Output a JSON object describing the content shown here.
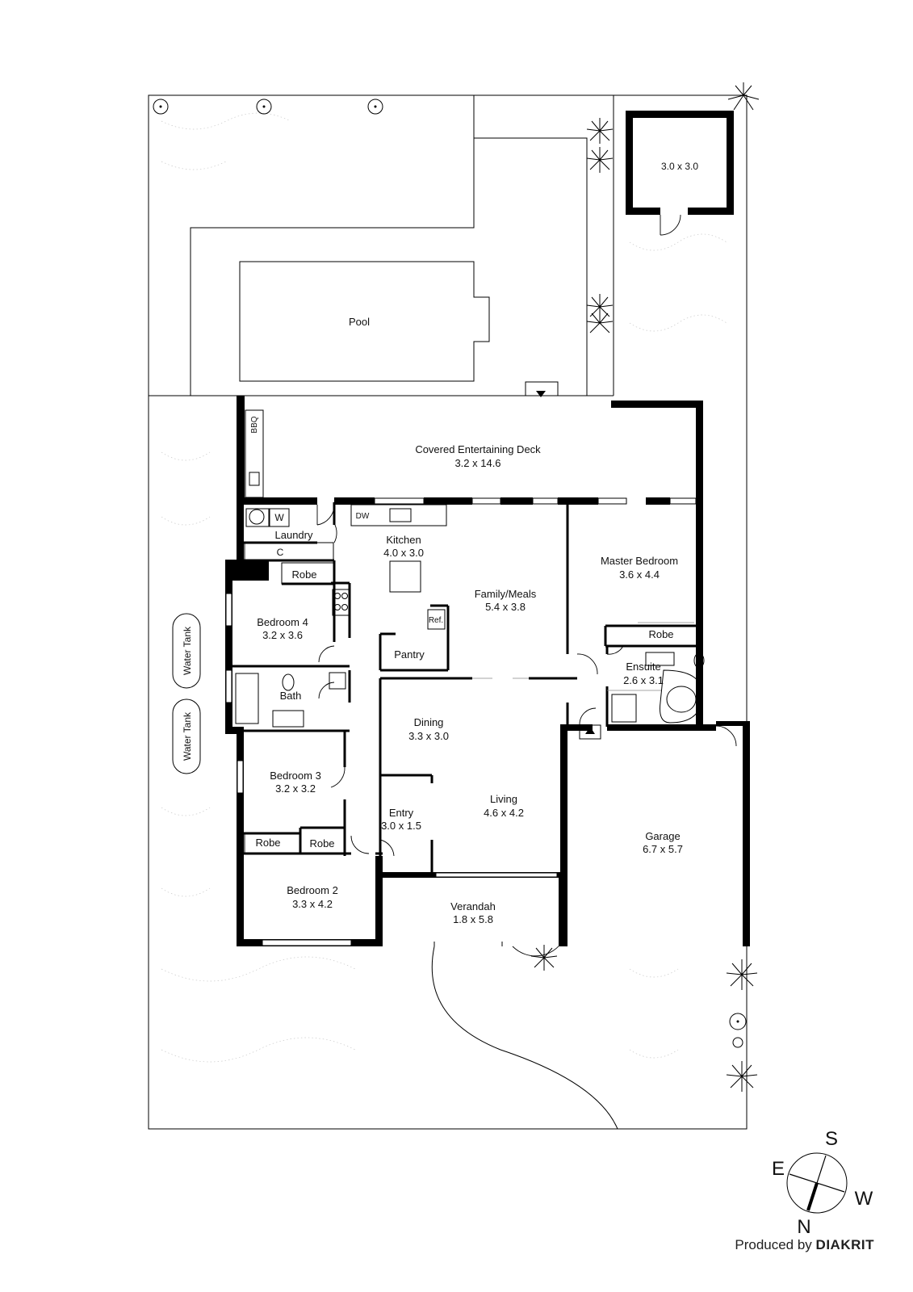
{
  "rooms": {
    "shed": {
      "dims": "3.0 x 3.0"
    },
    "pool": {
      "name": "Pool"
    },
    "deck": {
      "name": "Covered Entertaining Deck",
      "dims": "3.2 x 14.6"
    },
    "bbq": {
      "name": "BBQ"
    },
    "laundry": {
      "name": "Laundry",
      "w": "W",
      "c": "C"
    },
    "kitchen": {
      "name": "Kitchen",
      "dims": "4.0 x 3.0",
      "dw": "DW"
    },
    "family": {
      "name": "Family/Meals",
      "dims": "5.4 x 3.8"
    },
    "ref": {
      "name": "Ref."
    },
    "pantry": {
      "name": "Pantry"
    },
    "master": {
      "name": "Master Bedroom",
      "dims": "3.6 x 4.4"
    },
    "master_robe": {
      "name": "Robe"
    },
    "ensuite": {
      "name": "Ensuite",
      "dims": "2.6 x 3.1"
    },
    "bed4": {
      "name": "Bedroom 4",
      "dims": "3.2 x 3.6"
    },
    "bed4_robe": {
      "name": "Robe"
    },
    "bath": {
      "name": "Bath"
    },
    "dining": {
      "name": "Dining",
      "dims": "3.3 x 3.0"
    },
    "living": {
      "name": "Living",
      "dims": "4.6 x 4.2"
    },
    "entry": {
      "name": "Entry",
      "dims": "3.0 x 1.5"
    },
    "bed3": {
      "name": "Bedroom 3",
      "dims": "3.2 x 3.2"
    },
    "robe_a": {
      "name": "Robe"
    },
    "robe_b": {
      "name": "Robe"
    },
    "bed2": {
      "name": "Bedroom 2",
      "dims": "3.3 x 4.2"
    },
    "verandah": {
      "name": "Verandah",
      "dims": "1.8 x 5.8"
    },
    "garage": {
      "name": "Garage",
      "dims": "6.7 x 5.7"
    }
  },
  "water_tanks": [
    "Water Tank",
    "Water Tank"
  ],
  "compass": {
    "s": "S",
    "e": "E",
    "w": "W",
    "n": "N"
  },
  "credit": {
    "prefix": "Produced by",
    "brand": "DIAKRIT"
  },
  "colors": {
    "wall": "#000000",
    "line": "#000000",
    "texture": "#c9c9c9"
  }
}
